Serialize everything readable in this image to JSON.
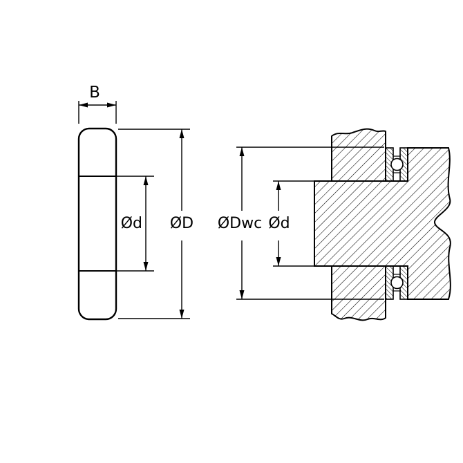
{
  "drawing": {
    "type": "technical-drawing",
    "subject": "thrust-roller-bearing-washer-side-view-and-assembly-cross-section",
    "colors": {
      "line": "#000000",
      "background": "#ffffff"
    },
    "dimensions": {
      "width_label": "B",
      "bore_label_left": "Ød",
      "outer_diameter_label": "ØD",
      "washer_outer_diameter_label": "ØDwc",
      "bore_label_right": "Ød"
    }
  }
}
